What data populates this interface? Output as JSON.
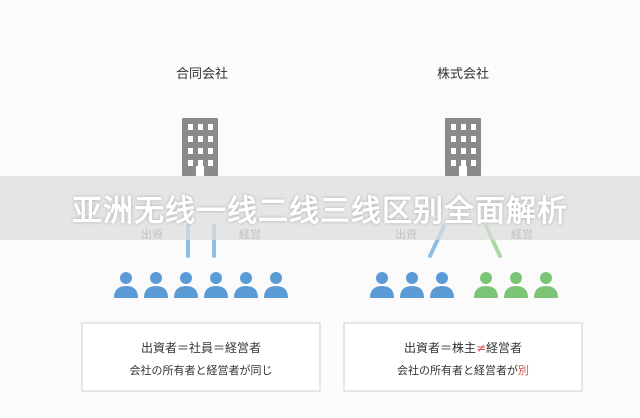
{
  "banner": {
    "title": "亚洲无线一线二线三线区别全面解析"
  },
  "colors": {
    "building": "#8a8a8a",
    "window": "#ffffff",
    "blue_person": "#5b9bd5",
    "green_person": "#7cc576",
    "blue_line": "#8fbde3",
    "green_line": "#a8d8a0",
    "box_border": "#cfcfcf",
    "accent": "#d9534f"
  },
  "left_panel": {
    "heading": "合同会社",
    "label_left": "出資",
    "label_right": "経営",
    "box_line1_parts": [
      "出資者＝社員＝経営者"
    ],
    "box_line2_parts": [
      "会社の所有者と経営者が同じ"
    ],
    "person_count": 6
  },
  "right_panel": {
    "heading": "株式会社",
    "label_left": "出資",
    "label_right": "経営",
    "box_line1_prefix": "出資者＝株主",
    "box_line1_accent": "≠",
    "box_line1_suffix": "経営者",
    "box_line2_prefix": "会社の所有者と経営者が",
    "box_line2_accent": "別",
    "blue_person_count": 3,
    "green_person_count": 3
  }
}
